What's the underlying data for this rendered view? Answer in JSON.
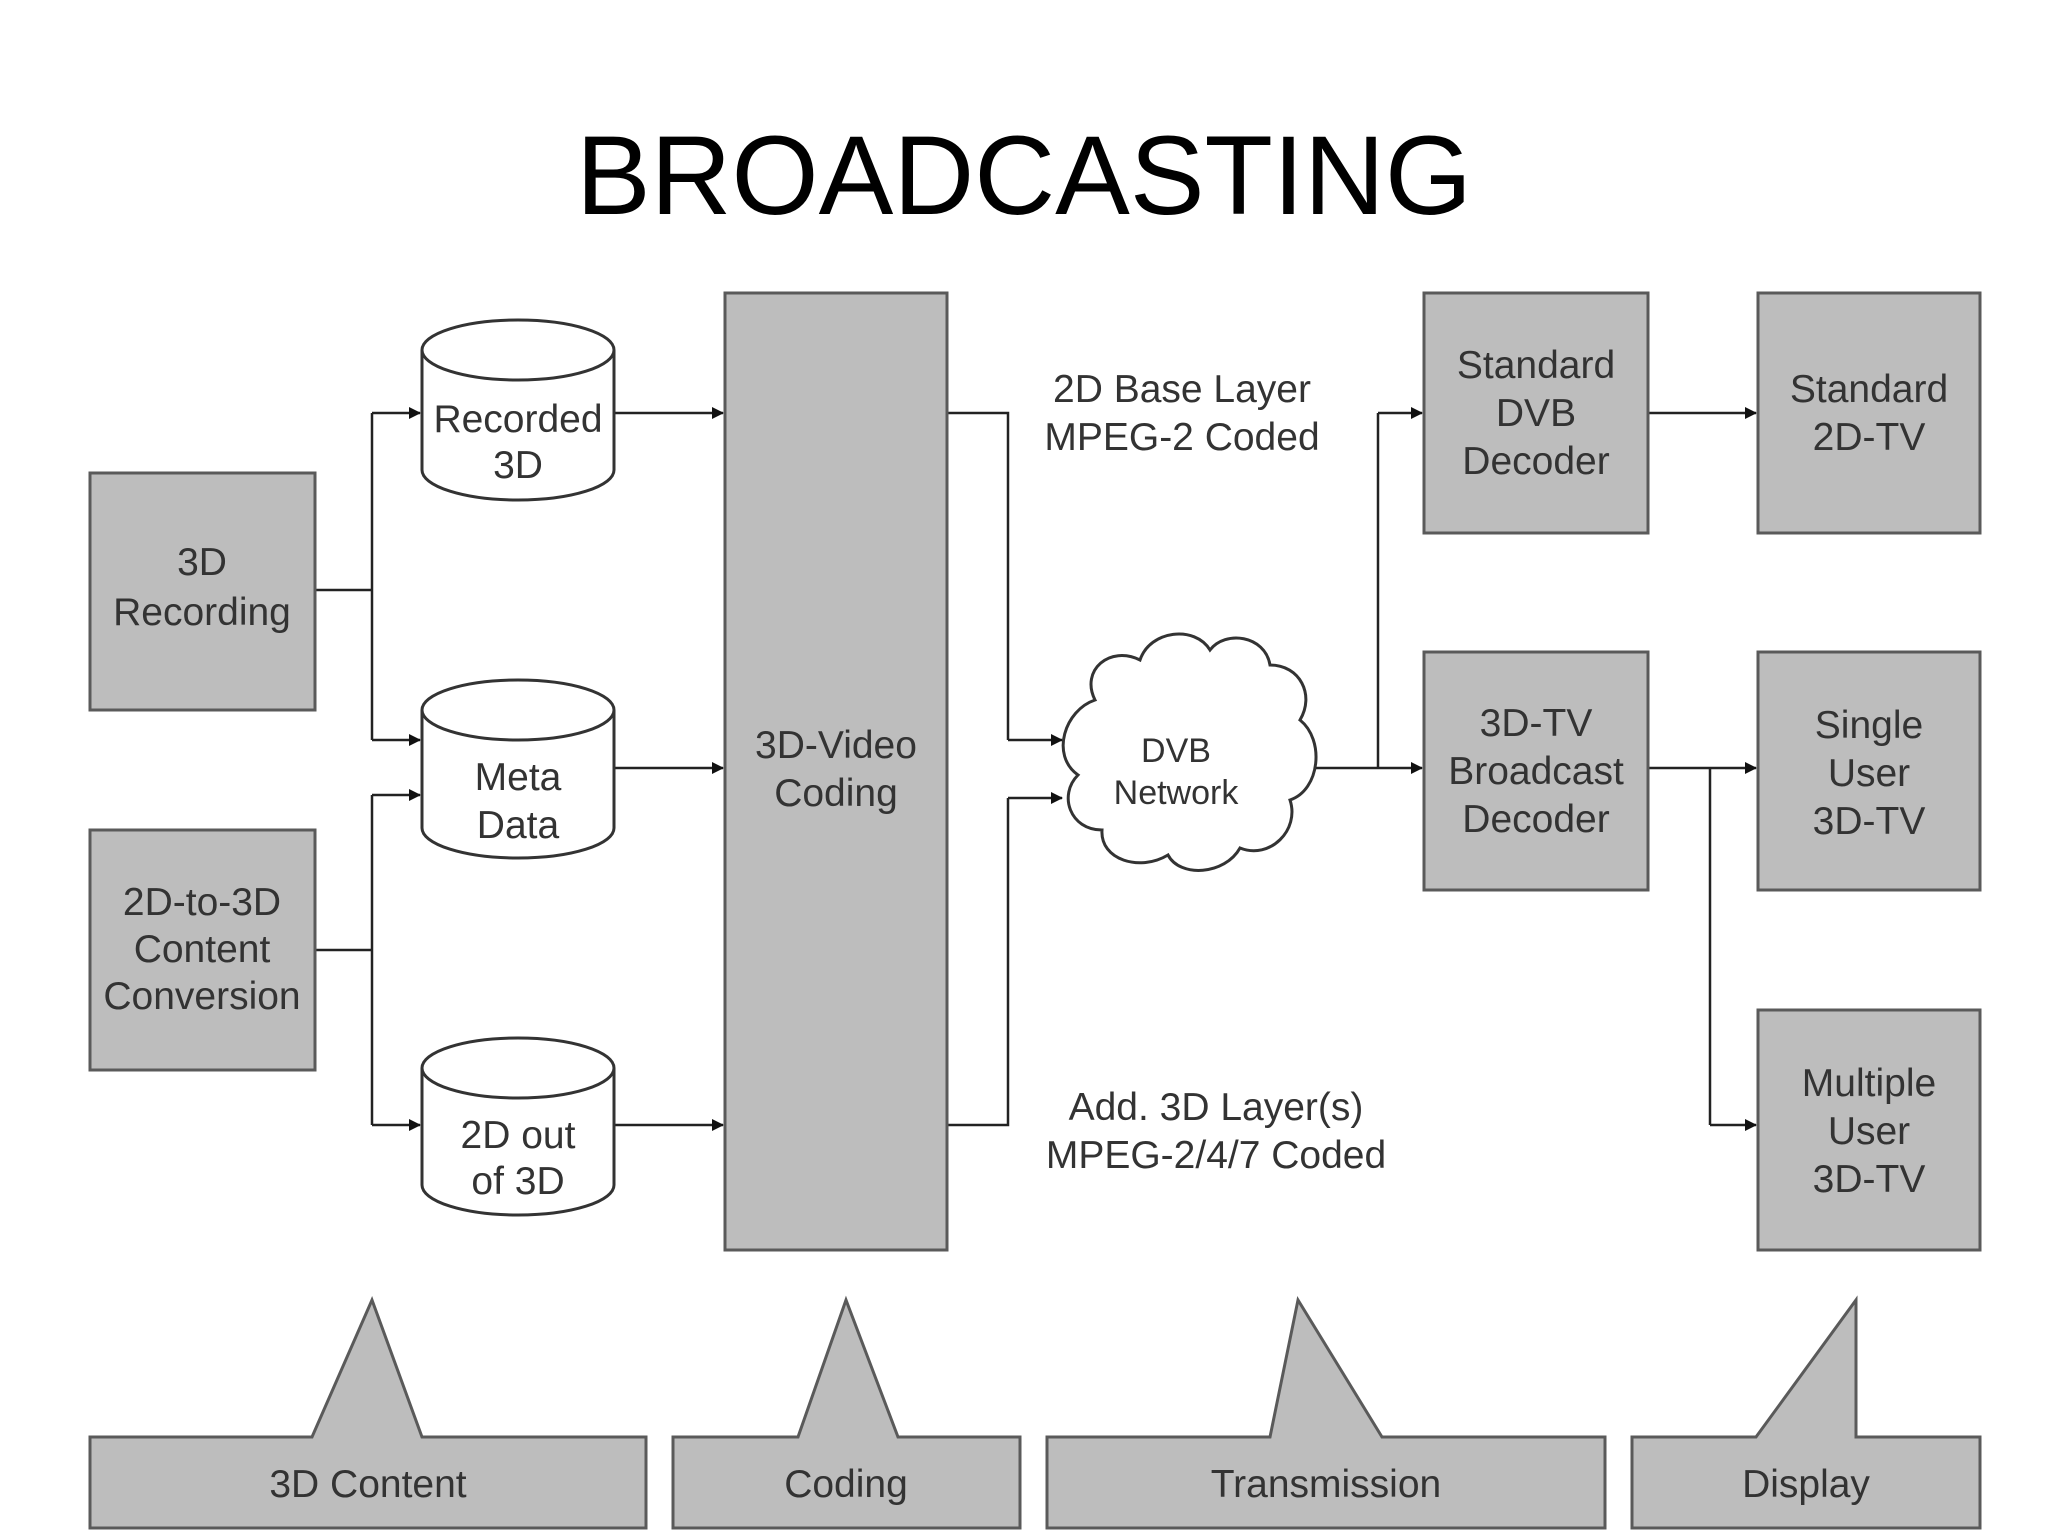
{
  "title": "BROADCASTING",
  "sources": {
    "recording": [
      "3D",
      "Recording"
    ],
    "conversion": [
      "2D-to-3D",
      "Content",
      "Conversion"
    ]
  },
  "storage": {
    "recorded": [
      "Recorded",
      "3D"
    ],
    "meta": [
      "Meta",
      "Data"
    ],
    "twod": [
      "2D out",
      "of 3D"
    ]
  },
  "coding": [
    "3D-Video",
    "Coding"
  ],
  "layers": {
    "base": [
      "2D Base Layer",
      "MPEG-2 Coded"
    ],
    "add": [
      "Add. 3D Layer(s)",
      "MPEG-2/4/7 Coded"
    ]
  },
  "network": [
    "DVB",
    "Network"
  ],
  "decoders": {
    "standard": [
      "Standard",
      "DVB",
      "Decoder"
    ],
    "broadcast": [
      "3D-TV",
      "Broadcast",
      "Decoder"
    ]
  },
  "displays": {
    "tv2d": [
      "Standard",
      "2D-TV"
    ],
    "single": [
      "Single",
      "User",
      "3D-TV"
    ],
    "multiple": [
      "Multiple",
      "User",
      "3D-TV"
    ]
  },
  "stages": [
    "3D Content",
    "Coding",
    "Transmission",
    "Display"
  ]
}
